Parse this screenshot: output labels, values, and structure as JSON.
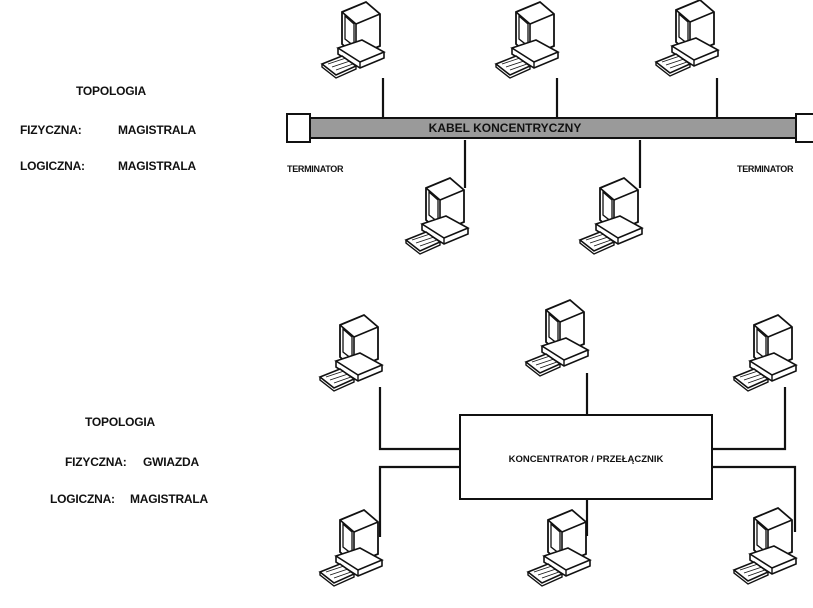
{
  "bus_section": {
    "heading": "TOPOLOGIA",
    "physical_label": "FIZYCZNA:",
    "physical_value": "MAGISTRALA",
    "logical_label": "LOGICZNA:",
    "logical_value": "MAGISTRALA",
    "cable_label": "KABEL KONCENTRYCZNY",
    "terminator_left": "TERMINATOR",
    "terminator_right": "TERMINATOR",
    "computer_icon": "desktop-computer-icon"
  },
  "star_section": {
    "heading": "TOPOLOGIA",
    "physical_label": "FIZYCZNA:",
    "physical_value": "GWIAZDA",
    "logical_label": "LOGICZNA:",
    "logical_value": "MAGISTRALA",
    "hub_label": "KONCENTRATOR / PRZEŁĄCZNIK",
    "computer_icon": "desktop-computer-icon"
  },
  "colors": {
    "cable_fill": "#9a9a9a",
    "line": "#111111",
    "background": "#ffffff"
  }
}
